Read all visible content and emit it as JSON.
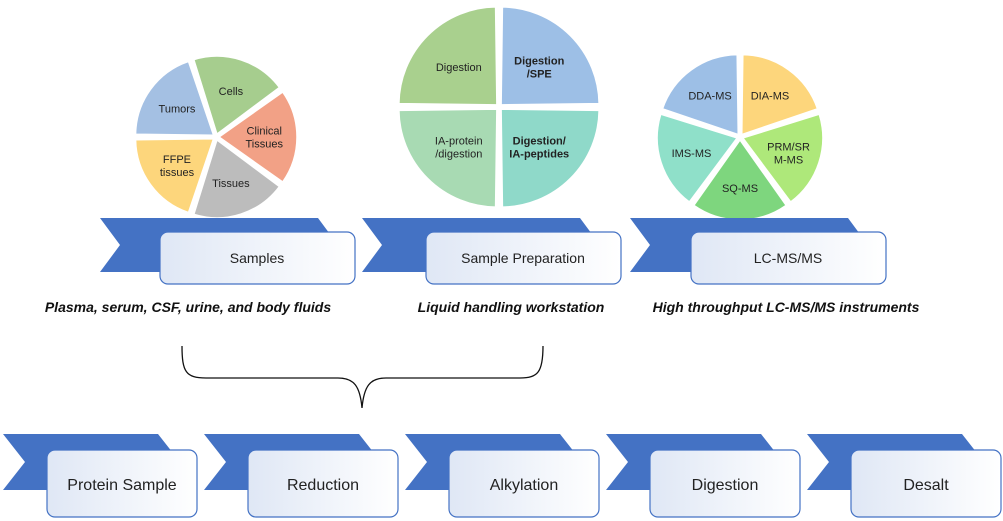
{
  "pies": {
    "samples": {
      "segments": [
        {
          "lines": [
            "Cells"
          ],
          "color": "#a6cd8e"
        },
        {
          "lines": [
            "Clinical",
            "Tissues"
          ],
          "color": "#f2a186"
        },
        {
          "lines": [
            "Tissues"
          ],
          "color": "#bcbcbc"
        },
        {
          "lines": [
            "FFPE",
            "tissues"
          ],
          "color": "#fdd67c"
        },
        {
          "lines": [
            "Tumors"
          ],
          "color": "#a4c0e3"
        }
      ]
    },
    "preparation": {
      "segments": [
        {
          "lines": [
            "Digestion",
            "/SPE"
          ],
          "color": "#9dbfe6"
        },
        {
          "lines": [
            "Digestion/",
            "IA-peptides"
          ],
          "color": "#8fd9c9"
        },
        {
          "lines": [
            "IA-protein",
            "/digestion"
          ],
          "color": "#a8dab3"
        },
        {
          "lines": [
            "Digestion"
          ],
          "color": "#a9d08e"
        }
      ]
    },
    "lcms": {
      "segments": [
        {
          "lines": [
            "DIA-MS"
          ],
          "color": "#fdd67c"
        },
        {
          "lines": [
            "PRM/SR",
            "M-MS"
          ],
          "color": "#aee87a"
        },
        {
          "lines": [
            "SQ-MS"
          ],
          "color": "#7ed67e"
        },
        {
          "lines": [
            "IMS-MS"
          ],
          "color": "#8fe0c9"
        },
        {
          "lines": [
            "DDA-MS"
          ],
          "color": "#9dbfe6"
        }
      ]
    }
  },
  "stages": [
    {
      "label": "Samples",
      "caption": "Plasma, serum, CSF, urine, and body fluids"
    },
    {
      "label": "Sample Preparation",
      "caption": "Liquid handling workstation"
    },
    {
      "label": "LC-MS/MS",
      "caption": "High throughput LC-MS/MS instruments"
    }
  ],
  "workflow": [
    {
      "label": "Protein Sample"
    },
    {
      "label": "Reduction"
    },
    {
      "label": "Alkylation"
    },
    {
      "label": "Digestion"
    },
    {
      "label": "Desalt"
    }
  ],
  "colors": {
    "chevron": "#4472c4",
    "box_border": "#4472c4",
    "box_fill": "#e8eef8"
  }
}
